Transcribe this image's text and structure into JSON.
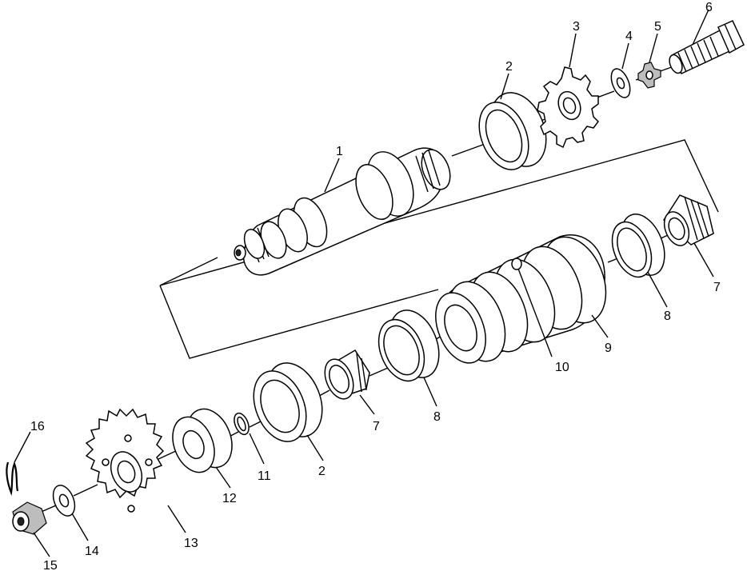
{
  "callouts": {
    "c1": "1",
    "c2a": "2",
    "c2b": "2",
    "c3": "3",
    "c4": "4",
    "c5": "5",
    "c6": "6",
    "c7a": "7",
    "c7b": "7",
    "c8a": "8",
    "c8b": "8",
    "c9": "9",
    "c10": "10",
    "c11": "11",
    "c12": "12",
    "c13": "13",
    "c14": "14",
    "c15": "15",
    "c16": "16"
  },
  "colors": {
    "ink": "#000000",
    "paper": "#ffffff",
    "shade": "#bdbdbd"
  }
}
